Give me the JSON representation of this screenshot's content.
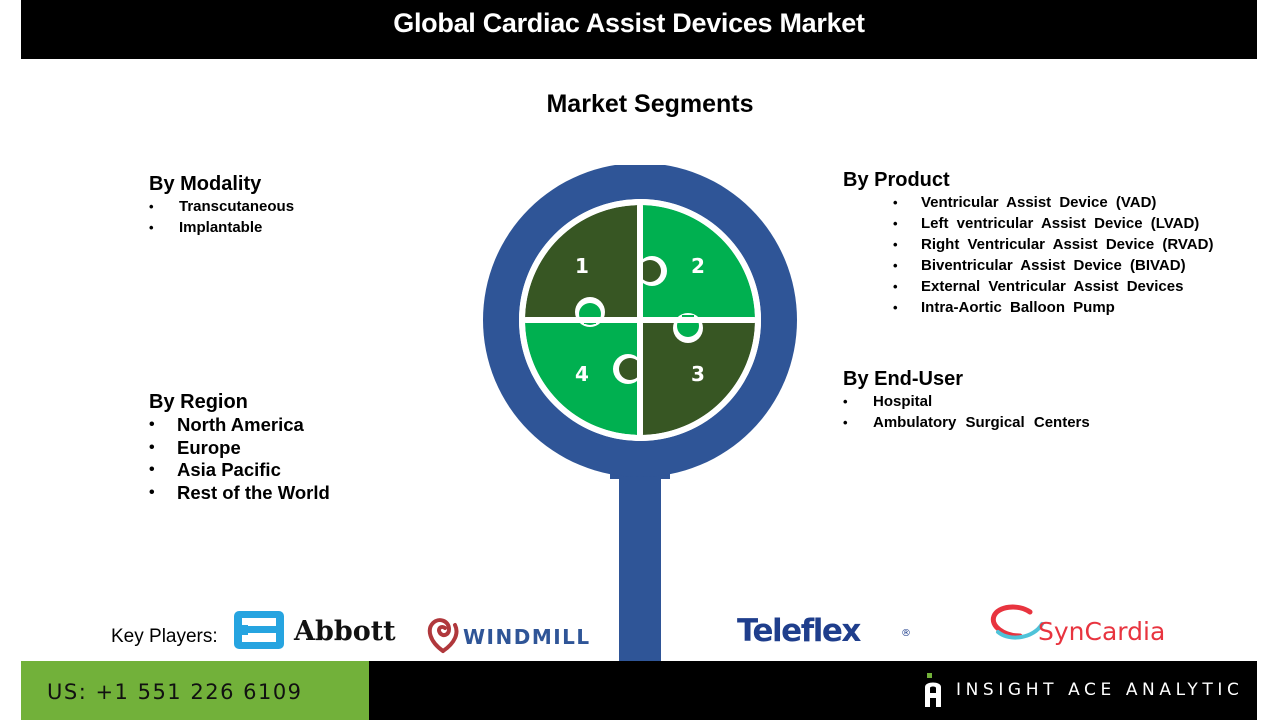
{
  "header": {
    "title": "Global Cardiac Assist Devices Market"
  },
  "subtitle": "Market Segments",
  "segments": {
    "modality": {
      "heading": "By Modality",
      "items": [
        "Transcutaneous",
        "Implantable"
      ]
    },
    "region": {
      "heading": "By Region",
      "items": [
        "North America",
        "Europe",
        "Asia Pacific",
        "Rest of the World"
      ]
    },
    "product": {
      "heading": "By Product",
      "items": [
        "Ventricular Assist Device (VAD)",
        "Left ventricular Assist Device (LVAD)",
        "Right Ventricular Assist Device (RVAD)",
        "Biventricular Assist Device (BIVAD)",
        "External Ventricular Assist Devices",
        "Intra-Aortic Balloon Pump"
      ]
    },
    "end_user": {
      "heading": "By End-User",
      "items": [
        "Hospital",
        "Ambulatory Surgical Centers"
      ]
    }
  },
  "puzzle": {
    "pieces": [
      "1",
      "2",
      "3",
      "4"
    ],
    "colors": {
      "ring": "#2f5597",
      "dark_green": "#375623",
      "light_green": "#00b050"
    }
  },
  "key_players": {
    "label": "Key Players:",
    "logos": [
      "Abbott",
      "WINDMILL",
      "Teleflex",
      "SynCardia"
    ],
    "registered_mark": "®"
  },
  "footer": {
    "phone": "US: +1 551 226 6109",
    "brand": "INSIGHT ACE ANALYTIC",
    "colors": {
      "green": "#72b13a",
      "black": "#000000"
    }
  }
}
